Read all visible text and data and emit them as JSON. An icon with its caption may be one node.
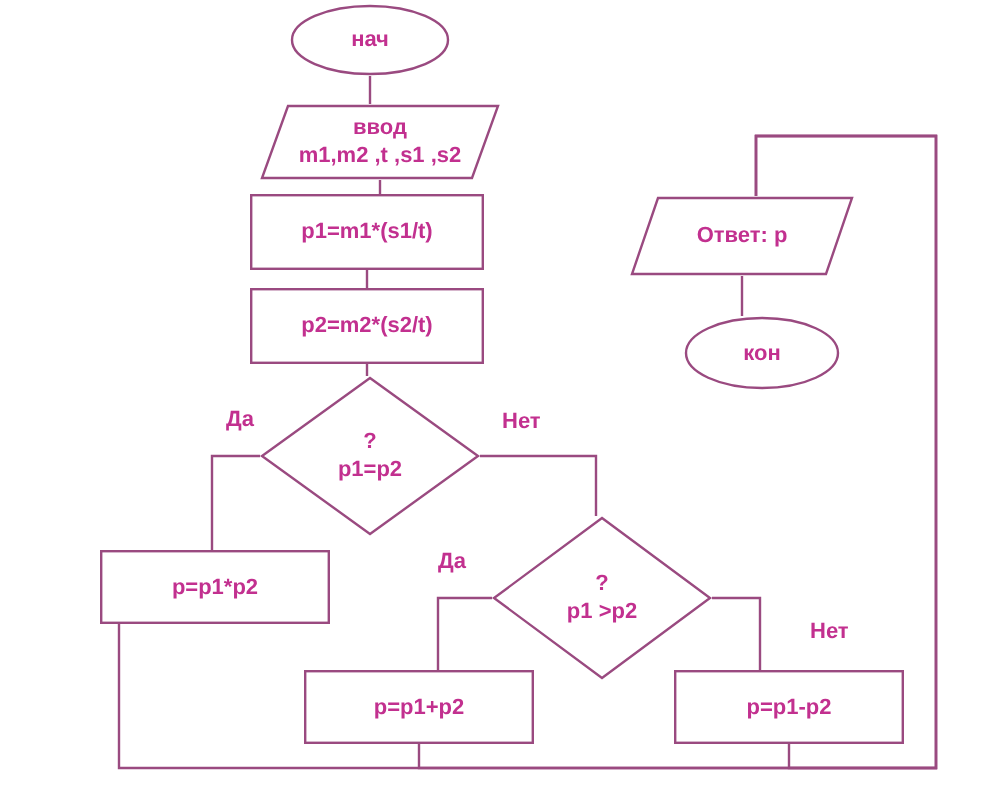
{
  "diagram": {
    "nodes": [
      {
        "text": [
          "нач"
        ]
      },
      {
        "text": [
          "ввод",
          "m1,m2 ,t ,s1 ,s2"
        ]
      },
      {
        "text": [
          "p1=m1*(s1/t)"
        ]
      },
      {
        "text": [
          "p2=m2*(s2/t)"
        ]
      },
      {
        "text": [
          "?",
          "p1=p2"
        ]
      },
      {
        "text": [
          "p=p1*p2"
        ]
      },
      {
        "text": [
          "?",
          "p1 >p2"
        ]
      },
      {
        "text": [
          "p=p1+p2"
        ]
      },
      {
        "text": [
          "p=p1-p2"
        ]
      },
      {
        "text": [
          "Ответ: p"
        ]
      },
      {
        "text": [
          "кон"
        ]
      }
    ],
    "edges": [
      {
        "from": 0,
        "to": 1,
        "arrow": "none"
      },
      {
        "from": 1,
        "to": 2,
        "arrow": "none"
      },
      {
        "from": 2,
        "to": 3,
        "arrow": "none"
      },
      {
        "from": 3,
        "to": 4,
        "arrow": "none"
      },
      {
        "from": 4,
        "to": 5,
        "arrow": "none",
        "label": "Да"
      },
      {
        "from": 4,
        "to": 6,
        "arrow": "none",
        "label": "Нет"
      },
      {
        "from": 6,
        "to": 7,
        "arrow": "none",
        "label": "Да"
      },
      {
        "from": 6,
        "to": 8,
        "arrow": "none",
        "label": "Нет"
      },
      {
        "from": 5,
        "to": 9,
        "arrow": "none"
      },
      {
        "from": 7,
        "to": 9,
        "arrow": "none"
      },
      {
        "from": 8,
        "to": 9,
        "arrow": "none"
      },
      {
        "from": 9,
        "to": 10,
        "arrow": "none"
      }
    ]
  }
}
